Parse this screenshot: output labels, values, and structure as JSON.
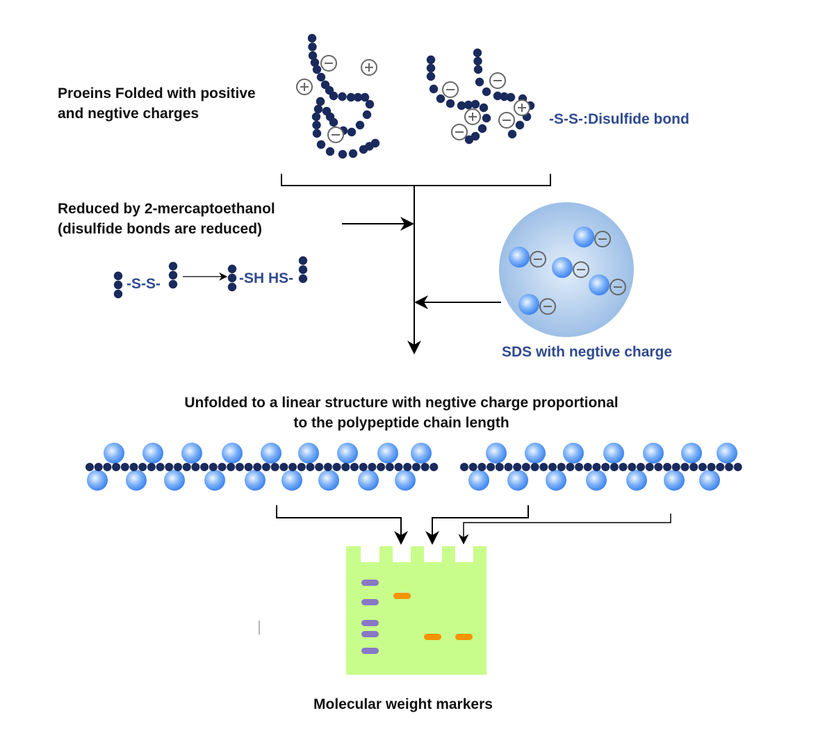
{
  "labels": {
    "folded_line1": "Proeins Folded with positive",
    "folded_line2": "and negtive charges",
    "disulfide_bond": "-S-S-:Disulfide bond",
    "reduced_line1": "Reduced by 2-mercaptoethanol",
    "reduced_line2": "(disulfide bonds are reduced)",
    "ss_before": "-S-S-",
    "sh_after": "-SH HS-",
    "sds": "SDS with negtive charge",
    "unfolded_line1": "Unfolded to a linear structure with negtive charge proportional",
    "unfolded_line2": "to the polypeptide chain length",
    "markers": "Molecular weight markers"
  },
  "charges": {
    "protein_left": [
      "minus",
      "plus",
      "plus",
      "minus"
    ],
    "protein_right": [
      "minus",
      "minus",
      "plus",
      "minus",
      "minus",
      "plus"
    ],
    "sds_micelle_count": 5
  },
  "gel": {
    "wells": 4,
    "marker_band_count": 5,
    "sample_lanes": [
      {
        "lane": 2,
        "band_count": 1,
        "relative_position": "high"
      },
      {
        "lane": 3,
        "band_count": 1,
        "relative_position": "low"
      },
      {
        "lane": 4,
        "band_count": 1,
        "relative_position": "low"
      }
    ]
  },
  "colors": {
    "bead": "#1a2a5c",
    "sds_sphere": "#5a9cf5",
    "micelle": "#a9c8ea",
    "gel": "#c8fd8c",
    "marker_band": "#8878c6",
    "sample_band": "#f59300",
    "label_blue": "#2f4a8f",
    "charge_ring": "#666666"
  }
}
